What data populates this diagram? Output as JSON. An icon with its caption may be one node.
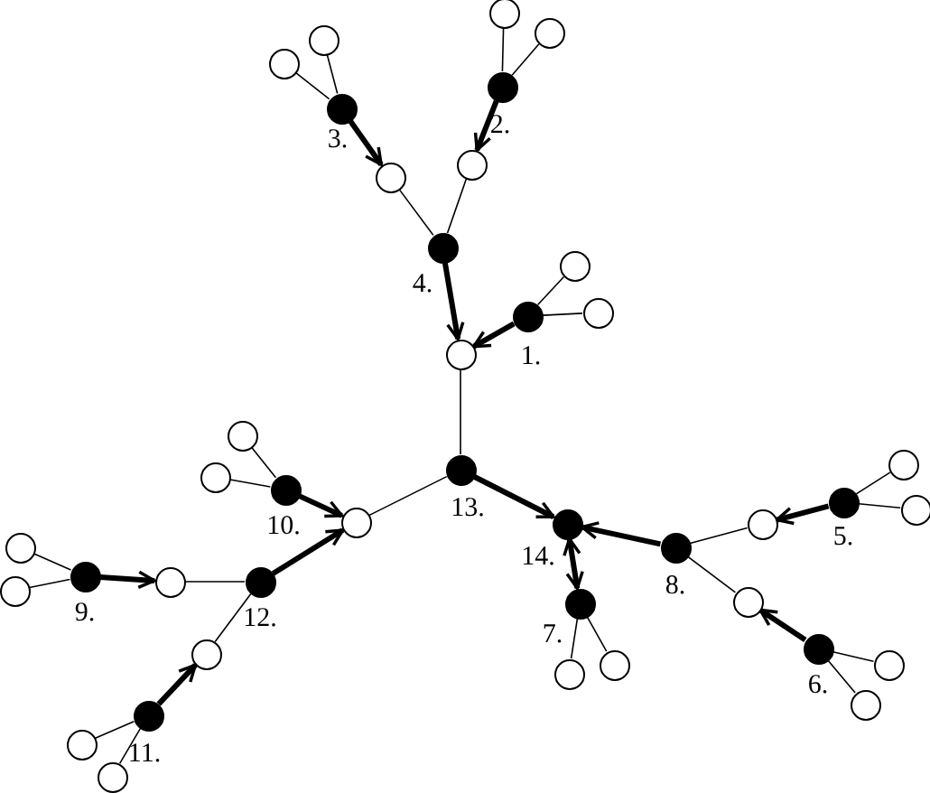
{
  "diagram": {
    "nodes": [
      {
        "text": [],
        "shape": "circle"
      },
      {
        "text": [],
        "shape": "circle"
      },
      {
        "text": [],
        "shape": "circle"
      },
      {
        "text": [],
        "shape": "circle"
      },
      {
        "text": [],
        "shape": "circle",
        "beside": [
          "2."
        ]
      },
      {
        "text": [],
        "shape": "circle",
        "beside": [
          "3."
        ]
      },
      {
        "text": [],
        "shape": "circle"
      },
      {
        "text": [],
        "shape": "circle"
      },
      {
        "text": [],
        "shape": "circle",
        "beside": [
          "4."
        ]
      },
      {
        "text": [],
        "shape": "circle"
      },
      {
        "text": [],
        "shape": "circle"
      },
      {
        "text": [],
        "shape": "circle",
        "beside": [
          "1."
        ]
      },
      {
        "text": [],
        "shape": "circle"
      },
      {
        "text": [],
        "shape": "circle"
      },
      {
        "text": [],
        "shape": "circle",
        "beside": [
          "13."
        ]
      },
      {
        "text": [],
        "shape": "circle"
      },
      {
        "text": [],
        "shape": "circle",
        "beside": [
          "10."
        ]
      },
      {
        "text": [],
        "shape": "circle"
      },
      {
        "text": [],
        "shape": "circle",
        "beside": [
          "5."
        ]
      },
      {
        "text": [],
        "shape": "circle"
      },
      {
        "text": [],
        "shape": "circle"
      },
      {
        "text": [],
        "shape": "circle"
      },
      {
        "text": [],
        "shape": "circle",
        "beside": [
          "14."
        ]
      },
      {
        "text": [],
        "shape": "circle",
        "beside": [
          "8."
        ]
      },
      {
        "text": [],
        "shape": "circle"
      },
      {
        "text": [],
        "shape": "circle",
        "beside": [
          "9."
        ]
      },
      {
        "text": [],
        "shape": "circle"
      },
      {
        "text": [],
        "shape": "circle",
        "beside": [
          "12."
        ]
      },
      {
        "text": [],
        "shape": "circle"
      },
      {
        "text": [],
        "shape": "circle"
      },
      {
        "text": [],
        "shape": "circle",
        "beside": [
          "7."
        ]
      },
      {
        "text": [],
        "shape": "circle",
        "beside": [
          "6."
        ]
      },
      {
        "text": [],
        "shape": "circle"
      },
      {
        "text": [],
        "shape": "circle"
      },
      {
        "text": [],
        "shape": "circle"
      },
      {
        "text": [],
        "shape": "circle"
      },
      {
        "text": [],
        "shape": "circle"
      },
      {
        "text": [],
        "shape": "circle",
        "beside": [
          "11."
        ]
      },
      {
        "text": [],
        "shape": "circle"
      },
      {
        "text": [],
        "shape": "circle"
      }
    ],
    "edges": [
      {
        "from": 4,
        "to": 0,
        "arrow": "none"
      },
      {
        "from": 4,
        "to": 2,
        "arrow": "none"
      },
      {
        "from": 5,
        "to": 1,
        "arrow": "none"
      },
      {
        "from": 5,
        "to": 3,
        "arrow": "none"
      },
      {
        "from": 11,
        "to": 9,
        "arrow": "none"
      },
      {
        "from": 11,
        "to": 10,
        "arrow": "none"
      },
      {
        "from": 16,
        "to": 13,
        "arrow": "none"
      },
      {
        "from": 16,
        "to": 15,
        "arrow": "none"
      },
      {
        "from": 18,
        "to": 17,
        "arrow": "none"
      },
      {
        "from": 18,
        "to": 19,
        "arrow": "none"
      },
      {
        "from": 25,
        "to": 24,
        "arrow": "none"
      },
      {
        "from": 25,
        "to": 28,
        "arrow": "none"
      },
      {
        "from": 30,
        "to": 34,
        "arrow": "none"
      },
      {
        "from": 30,
        "to": 35,
        "arrow": "none"
      },
      {
        "from": 31,
        "to": 33,
        "arrow": "none"
      },
      {
        "from": 31,
        "to": 36,
        "arrow": "none"
      },
      {
        "from": 37,
        "to": 38,
        "arrow": "none"
      },
      {
        "from": 37,
        "to": 39,
        "arrow": "none"
      },
      {
        "from": 6,
        "to": 8,
        "arrow": "none"
      },
      {
        "from": 7,
        "to": 8,
        "arrow": "none"
      },
      {
        "from": 12,
        "to": 14,
        "arrow": "none"
      },
      {
        "from": 14,
        "to": 20,
        "arrow": "none"
      },
      {
        "from": 26,
        "to": 27,
        "arrow": "none"
      },
      {
        "from": 32,
        "to": 27,
        "arrow": "none"
      },
      {
        "from": 23,
        "to": 21,
        "arrow": "none"
      },
      {
        "from": 23,
        "to": 29,
        "arrow": "none"
      },
      {
        "from": 5,
        "to": 7,
        "arrow": "to",
        "style": "thick"
      },
      {
        "from": 4,
        "to": 6,
        "arrow": "to",
        "style": "thick"
      },
      {
        "from": 8,
        "to": 12,
        "arrow": "to",
        "style": "thick"
      },
      {
        "from": 11,
        "to": 12,
        "arrow": "to",
        "style": "thick"
      },
      {
        "from": 14,
        "to": 22,
        "arrow": "to",
        "style": "thick"
      },
      {
        "from": 23,
        "to": 22,
        "arrow": "to",
        "style": "thick"
      },
      {
        "from": 18,
        "to": 21,
        "arrow": "to",
        "style": "thick"
      },
      {
        "from": 31,
        "to": 29,
        "arrow": "to",
        "style": "thick"
      },
      {
        "from": 22,
        "to": 30,
        "arrow": "both",
        "style": "thick"
      },
      {
        "from": 16,
        "to": 20,
        "arrow": "to",
        "style": "thick"
      },
      {
        "from": 27,
        "to": 20,
        "arrow": "to",
        "style": "thick"
      },
      {
        "from": 25,
        "to": 26,
        "arrow": "to",
        "style": "thick"
      },
      {
        "from": 37,
        "to": 32,
        "arrow": "to",
        "style": "thick"
      }
    ]
  }
}
